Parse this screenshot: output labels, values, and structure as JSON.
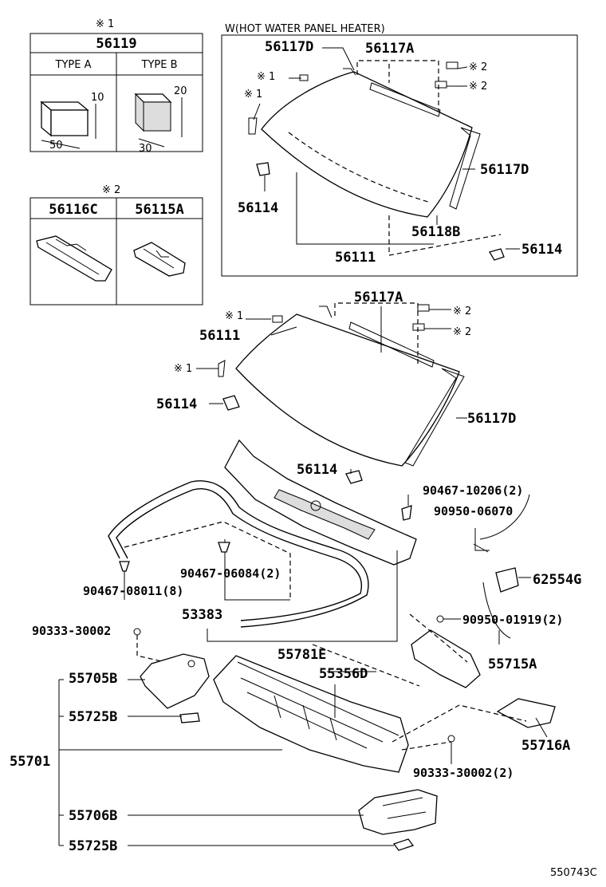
{
  "legend_box_1": {
    "ref_mark": "※ 1",
    "part_no": "56119",
    "type_a": "TYPE  A",
    "type_b": "TYPE  B",
    "dim_a_height": "10",
    "dim_a_width": "50",
    "dim_b_height": "20",
    "dim_b_width": "30"
  },
  "legend_box_2": {
    "ref_mark": "※ 2",
    "part_left": "56116C",
    "part_right": "56115A"
  },
  "heater_box": {
    "title": "W(HOT WATER PANEL HEATER)",
    "labels": {
      "d_top": "56117D",
      "a_top": "56117A",
      "mark2_a": "※ 2",
      "mark2_b": "※ 2",
      "mark1_a": "※ 1",
      "mark1_b": "※ 1",
      "d_right": "56117D",
      "clip_left": "56114",
      "b": "56118B",
      "glass": "56111",
      "clip_right": "56114"
    }
  },
  "windshield": {
    "a": "56117A",
    "mark2_a": "※ 2",
    "mark2_b": "※ 2",
    "mark1_a": "※ 1",
    "glass": "56111",
    "mark1_b": "※ 1",
    "clip_left": "56114",
    "d": "56117D",
    "clip_bottom": "56114"
  },
  "cowl": {
    "bolt_1": "90467-10206(2)",
    "bolt_2": "90950-06070",
    "nozzle": "62554G",
    "clip_a": "90467-06084(2)",
    "clip_b": "90467-08011(8)",
    "weather_strip": "53383",
    "pin_left": "90333-30002",
    "grommet": "90950-01919(2)",
    "louver": "55781E",
    "bracket_r": "55715A",
    "brace_l": "55705B",
    "panel": "55356D",
    "plate_1": "55725B",
    "bracket_r2": "55716A",
    "assembly": "55701",
    "pin_right": "90333-30002(2)",
    "brace_l2": "55706B",
    "plate_2": "55725B"
  },
  "figure_id": "550743C"
}
